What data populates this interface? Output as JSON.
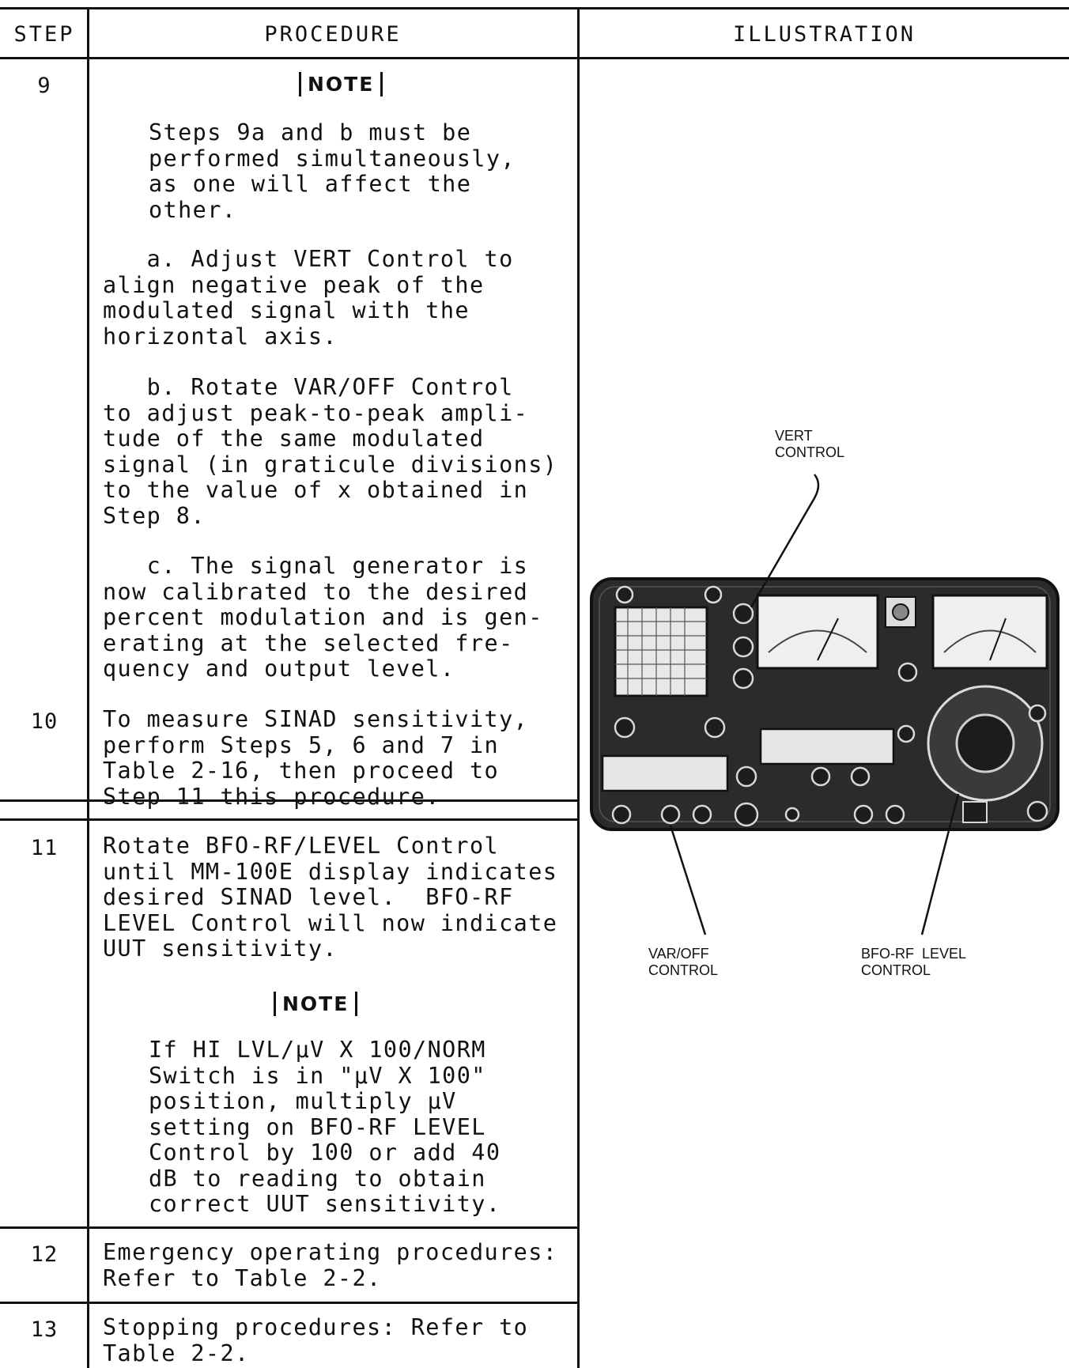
{
  "header": {
    "step": "STEP",
    "procedure": "PROCEDURE",
    "illustration": "ILLUSTRATION"
  },
  "rows": [
    {
      "step": "9",
      "note": "NOTE",
      "note_text": "Steps 9a and b must be\nperformed simultaneously,\nas one will affect the\nother.",
      "a": "   a. Adjust VERT Control to\nalign negative peak of the\nmodulated signal with the\nhorizontal axis.",
      "b": "   b. Rotate VAR/OFF Control\nto adjust peak-to-peak ampli-\ntude of the same modulated\nsignal (in graticule divisions)\nto the value of x obtained in\nStep 8.",
      "c": "   c. The signal generator is\nnow calibrated to the desired\npercent modulation and is gen-\nerating at the selected fre-\nquency and output level."
    },
    {
      "step": "10",
      "text": "To measure SINAD sensitivity,\nperform Steps 5, 6 and 7 in\nTable 2-16, then proceed to\nStep 11 this procedure."
    },
    {
      "step": "11",
      "text": "Rotate BFO-RF/LEVEL Control\nuntil MM-100E display indicates\ndesired SINAD level.  BFO-RF\nLEVEL Control will now indicate\nUUT sensitivity.",
      "note": "NOTE",
      "note_text": "If HI LVL/µV X 100/NORM\nSwitch is in \"µV X 100\"\nposition, multiply µV\nsetting on BFO-RF LEVEL\nControl by 100 or add 40\ndB to reading to obtain\ncorrect UUT sensitivity."
    },
    {
      "step": "12",
      "text": "Emergency operating procedures:\nRefer to Table 2-2."
    },
    {
      "step": "13",
      "text": "Stopping procedures: Refer to\nTable 2-2."
    }
  ],
  "illustration": {
    "callouts": {
      "vert": "VERT\nCONTROL",
      "var_off": "VAR/OFF\nCONTROL",
      "bfo": "BFO-RF  LEVEL\nCONTROL"
    }
  }
}
